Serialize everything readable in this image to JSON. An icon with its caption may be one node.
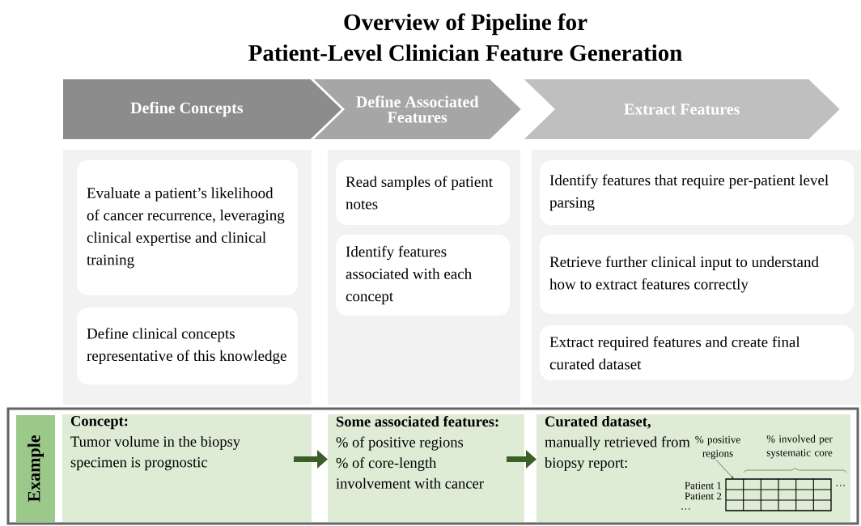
{
  "diagram": {
    "title": "Overview of Pipeline for Patient-Level Clinician Feature Generation",
    "nodes": [
      {
        "text": [
          "Define Concepts"
        ]
      },
      {
        "text": [
          "Define Associated Features"
        ]
      },
      {
        "text": [
          "Extract Features"
        ]
      },
      {
        "text": [],
        "shape": "box"
      },
      {
        "text": [
          "Evaluate a patient’s likelihood of cancer recurrence, leveraging clinical expertise and clinical training"
        ],
        "in": 3
      },
      {
        "text": [
          "Define clinical concepts representative of this knowledge"
        ],
        "in": 3
      },
      {
        "text": [],
        "shape": "box"
      },
      {
        "text": [
          "Read samples of patient notes"
        ],
        "in": 6
      },
      {
        "text": [
          "Identify features associated with each concept"
        ],
        "in": 6
      },
      {
        "text": [],
        "shape": "box"
      },
      {
        "text": [
          "Identify features that require per-patient level parsing"
        ],
        "in": 9
      },
      {
        "text": [
          "Retrieve further clinical input to understand how to extract features correctly"
        ],
        "in": 9
      },
      {
        "text": [
          "Extract required features and create final curated dataset"
        ],
        "in": 9
      },
      {
        "text": [],
        "shape": "box"
      },
      {
        "text": [
          "Example"
        ],
        "in": 13
      },
      {
        "text": [
          "Concept:",
          "Tumor volume in the biopsy specimen is prognostic"
        ],
        "in": 13
      },
      {
        "text": [
          "Some associated features:",
          "% of positive regions",
          "% of core-length involvement with cancer"
        ],
        "in": 13
      },
      {
        "text": [
          "Curated dataset,",
          "manually retrieved from biopsy report:"
        ],
        "in": 13
      },
      {
        "text": [
          "% positive regions"
        ],
        "in": 17
      },
      {
        "text": [],
        "shape": "table",
        "in": 17,
        "beside": [
          "Patient 1",
          "Patient 2",
          "…",
          "…"
        ]
      }
    ],
    "edges": [
      {
        "from": 15,
        "to": 16,
        "arrow": "to"
      },
      {
        "from": 16,
        "to": 17,
        "arrow": "to"
      },
      {
        "from": 18,
        "to": 19,
        "arrow": "to"
      }
    ],
    "labels": [
      "% involved per systematic core"
    ]
  }
}
